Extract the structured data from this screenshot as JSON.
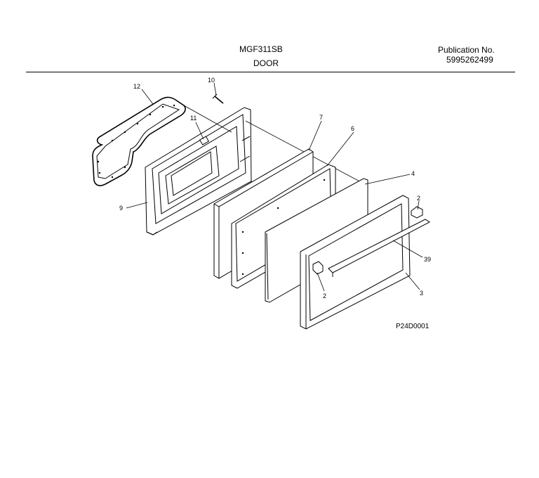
{
  "header": {
    "model": "MGF311SB",
    "section": "DOOR",
    "publication_label": "Publication No.",
    "publication_number": "5995262499"
  },
  "diagram": {
    "figure_code": "P24D0001",
    "callouts": {
      "c12": "12",
      "c10": "10",
      "c11": "11",
      "c9": "9",
      "c7": "7",
      "c6": "6",
      "c4": "4",
      "c2a": "2",
      "c39": "39",
      "c2b": "2",
      "c3": "3"
    }
  }
}
